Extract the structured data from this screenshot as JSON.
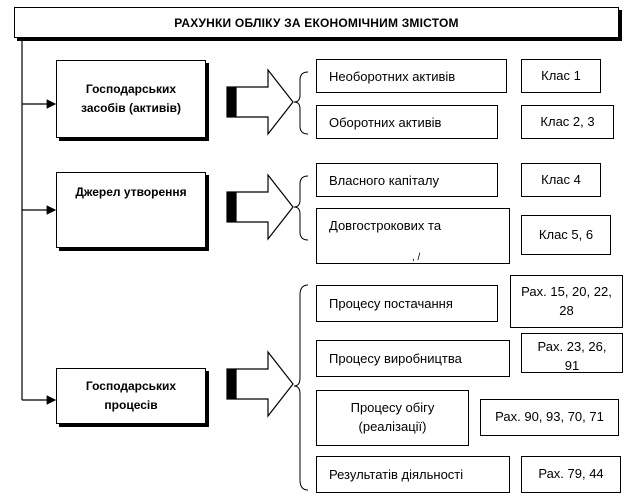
{
  "title": "РАХУНКИ ОБЛІКУ ЗА ЕКОНОМІЧНИМ ЗМІСТОМ",
  "groups": [
    {
      "label": "Господарських засобів (активів)",
      "items": [
        {
          "name": "Необоротних активів",
          "classes": "Клас 1"
        },
        {
          "name": "Оборотних активів",
          "classes": "Клас 2, 3"
        }
      ]
    },
    {
      "label": "Джерел утворення",
      "items": [
        {
          "name": "Власного капіталу",
          "classes": "Клас 4"
        },
        {
          "name": "Довгострокових та",
          "classes": "Клас 5, 6"
        }
      ]
    },
    {
      "label": "Господарських процесів",
      "items": [
        {
          "name": "Процесу постачання",
          "classes": "Рах. 15, 20, 22, 28"
        },
        {
          "name": "Процесу виробництва",
          "classes": "Рах. 23, 26, 91"
        },
        {
          "name": "Процесу обігу (реалізації)",
          "classes": "Рах. 90, 93, 70, 71"
        },
        {
          "name": "Результатів діяльності",
          "classes": "Рах. 79, 44"
        }
      ]
    }
  ]
}
